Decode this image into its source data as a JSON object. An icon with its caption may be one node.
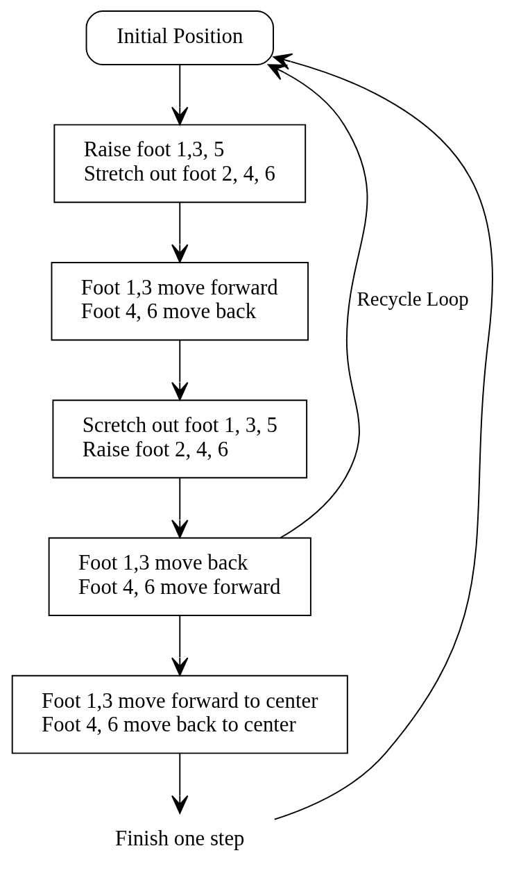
{
  "diagram": {
    "nodes": [
      {
        "text": [
          "Initial Position"
        ]
      },
      {
        "text": [
          "Raise foot 1,3, 5",
          "Stretch out foot 2, 4, 6"
        ]
      },
      {
        "text": [
          "Foot 1,3 move forward",
          "Foot 4, 6 move back"
        ]
      },
      {
        "text": [
          "Scretch out foot 1, 3, 5",
          "Raise foot 2, 4, 6"
        ]
      },
      {
        "text": [
          "Foot 1,3 move back",
          "Foot 4, 6 move forward"
        ]
      },
      {
        "text": [
          "Foot 1,3 move forward to center",
          "Foot 4, 6 move back to center"
        ]
      },
      {
        "text": [
          "Finish one step"
        ]
      }
    ],
    "edges": [
      {
        "from": 0,
        "to": 1,
        "arrow": "to"
      },
      {
        "from": 1,
        "to": 2,
        "arrow": "to"
      },
      {
        "from": 2,
        "to": 3,
        "arrow": "to"
      },
      {
        "from": 3,
        "to": 4,
        "arrow": "to"
      },
      {
        "from": 4,
        "to": 5,
        "arrow": "to"
      },
      {
        "from": 5,
        "to": 6,
        "arrow": "to"
      },
      {
        "from": 6,
        "to": 0,
        "arrow": "to"
      },
      {
        "from": 4,
        "to": 0,
        "arrow": "to",
        "label": "Recycle Loop"
      }
    ]
  }
}
